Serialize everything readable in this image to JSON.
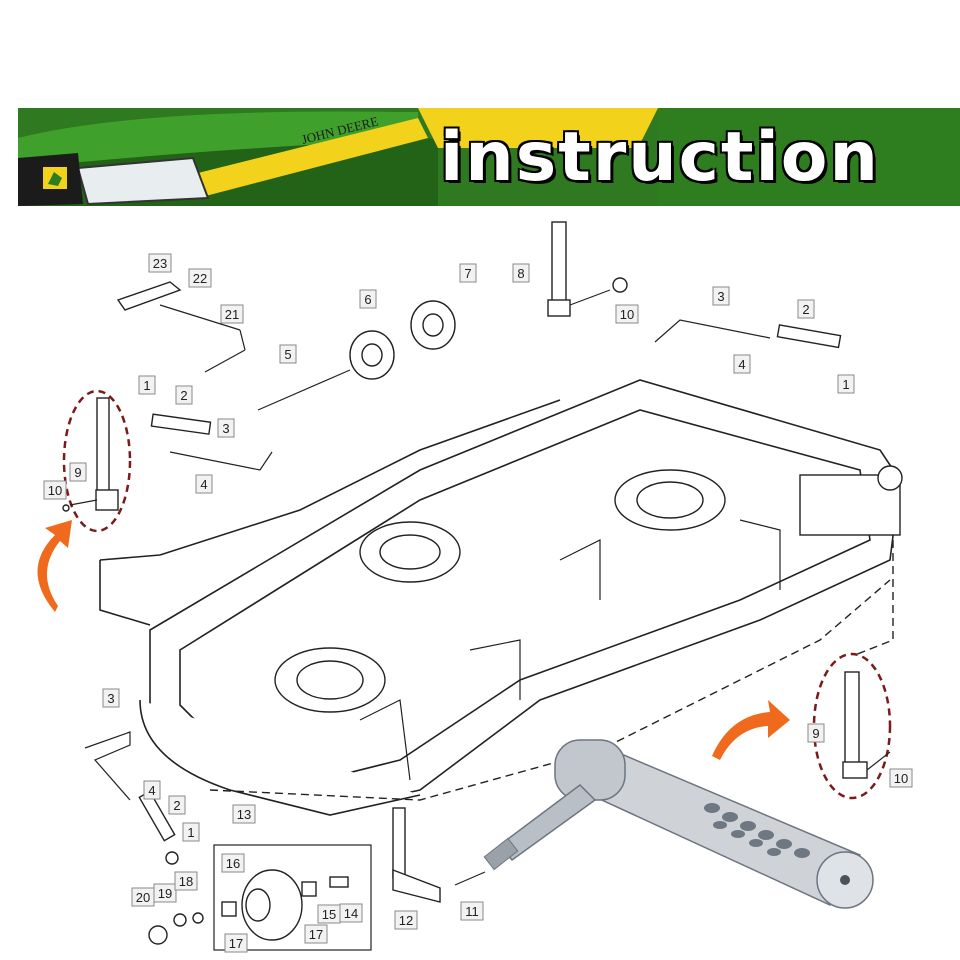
{
  "banner": {
    "title": "instruction",
    "brand_text": "JOHN DEERE",
    "colors": {
      "green": "#2e7d1f",
      "yellow": "#f2d21b",
      "title": "#ffffff"
    }
  },
  "callouts": [
    {
      "id": "c23-top",
      "label": "23"
    },
    {
      "id": "c22-top",
      "label": "22"
    },
    {
      "id": "c21-top",
      "label": "21"
    },
    {
      "id": "c7-top",
      "label": "7"
    },
    {
      "id": "c8-top",
      "label": "8"
    },
    {
      "id": "c6-top",
      "label": "6"
    },
    {
      "id": "c5-top",
      "label": "5"
    },
    {
      "id": "c10-top",
      "label": "10"
    },
    {
      "id": "c3-topright",
      "label": "3"
    },
    {
      "id": "c2-topright",
      "label": "2"
    },
    {
      "id": "c4-topright",
      "label": "4"
    },
    {
      "id": "c1-topright",
      "label": "1"
    },
    {
      "id": "c1-left",
      "label": "1"
    },
    {
      "id": "c2-left",
      "label": "2"
    },
    {
      "id": "c3-left",
      "label": "3"
    },
    {
      "id": "c4-left",
      "label": "4"
    },
    {
      "id": "c9-left",
      "label": "9"
    },
    {
      "id": "c10-left",
      "label": "10"
    },
    {
      "id": "c3-bottomleft",
      "label": "3"
    },
    {
      "id": "c4-bottomleft",
      "label": "4"
    },
    {
      "id": "c2-bottomleft",
      "label": "2"
    },
    {
      "id": "c1-bottomleft",
      "label": "1"
    },
    {
      "id": "c13",
      "label": "13"
    },
    {
      "id": "c16",
      "label": "16"
    },
    {
      "id": "c15",
      "label": "15"
    },
    {
      "id": "c14",
      "label": "14"
    },
    {
      "id": "c17a",
      "label": "17"
    },
    {
      "id": "c17b",
      "label": "17"
    },
    {
      "id": "c20",
      "label": "20"
    },
    {
      "id": "c19",
      "label": "19"
    },
    {
      "id": "c18",
      "label": "18"
    },
    {
      "id": "c12",
      "label": "12"
    },
    {
      "id": "c11",
      "label": "11"
    },
    {
      "id": "c9-right",
      "label": "9"
    },
    {
      "id": "c10-right",
      "label": "10"
    }
  ]
}
